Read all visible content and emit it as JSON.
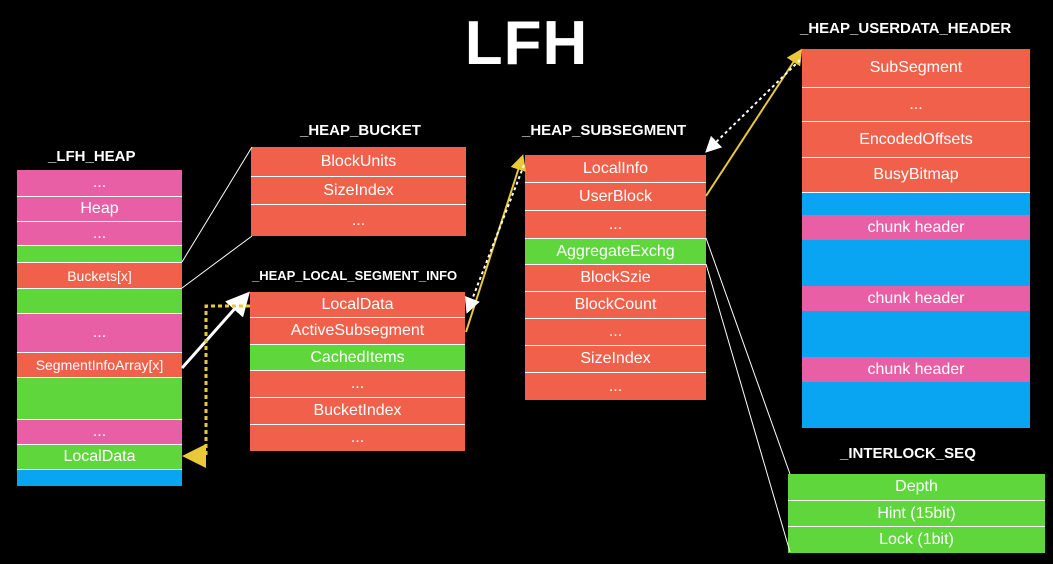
{
  "title": "LFH",
  "lfh_heap": {
    "header": "_LFH_HEAP",
    "rows": [
      "...",
      "Heap",
      "...",
      "",
      "Buckets[x]",
      "",
      "...",
      "SegmentInfoArray[x]",
      "",
      "...",
      "LocalData",
      ""
    ]
  },
  "heap_bucket": {
    "header": "_HEAP_BUCKET",
    "rows": [
      "BlockUnits",
      "SizeIndex",
      "..."
    ]
  },
  "local_segment_info": {
    "header": "_HEAP_LOCAL_SEGMENT_INFO",
    "rows": [
      "LocalData",
      "ActiveSubsegment",
      "CachedItems",
      "...",
      "BucketIndex",
      "..."
    ]
  },
  "subsegment": {
    "header": "_HEAP_SUBSEGMENT",
    "rows": [
      "LocalInfo",
      "UserBlock",
      "...",
      "AggregateExchg",
      "BlockSzie",
      "BlockCount",
      "...",
      "SizeIndex",
      "..."
    ]
  },
  "userdata_header": {
    "header": "_HEAP_USERDATA_HEADER",
    "rows": [
      "SubSegment",
      "...",
      "EncodedOffsets",
      "BusyBitmap",
      "",
      "chunk header",
      "",
      "chunk header",
      "",
      "chunk header",
      ""
    ]
  },
  "interlock_seq": {
    "header": "_INTERLOCK_SEQ",
    "rows": [
      "Depth",
      "Hint (15bit)",
      "Lock (1bit)"
    ]
  },
  "colors": {
    "pink": "#e85fa5",
    "green": "#5fd63b",
    "red": "#f0604a",
    "blue": "#0aa5f2",
    "yellow_arrow": "#e8c93a",
    "white_arrow": "#ffffff"
  }
}
